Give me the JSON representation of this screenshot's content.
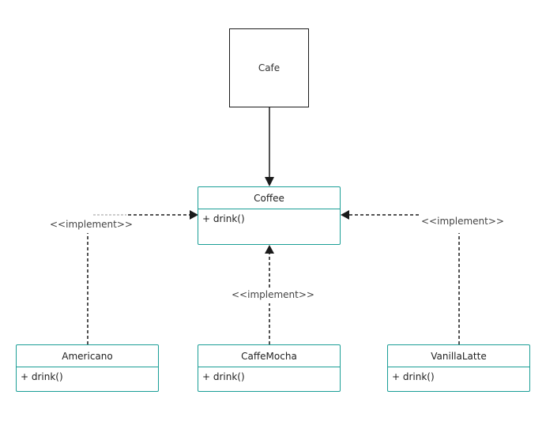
{
  "diagram": {
    "composition_owner": {
      "label": "Cafe"
    },
    "interface": {
      "name": "Coffee",
      "methods": [
        "+ drink()"
      ]
    },
    "implementations": [
      {
        "name": "Americano",
        "methods": [
          "+ drink()"
        ]
      },
      {
        "name": "CaffeMocha",
        "methods": [
          "+ drink()"
        ]
      },
      {
        "name": "VanillaLatte",
        "methods": [
          "+ drink()"
        ]
      }
    ],
    "relation_labels": {
      "left": "<<implement>>",
      "middle": "<<implement>>",
      "right": "<<implement>>"
    },
    "colors": {
      "class_border": "#1a9e96",
      "line": "#1a1a1a"
    }
  }
}
